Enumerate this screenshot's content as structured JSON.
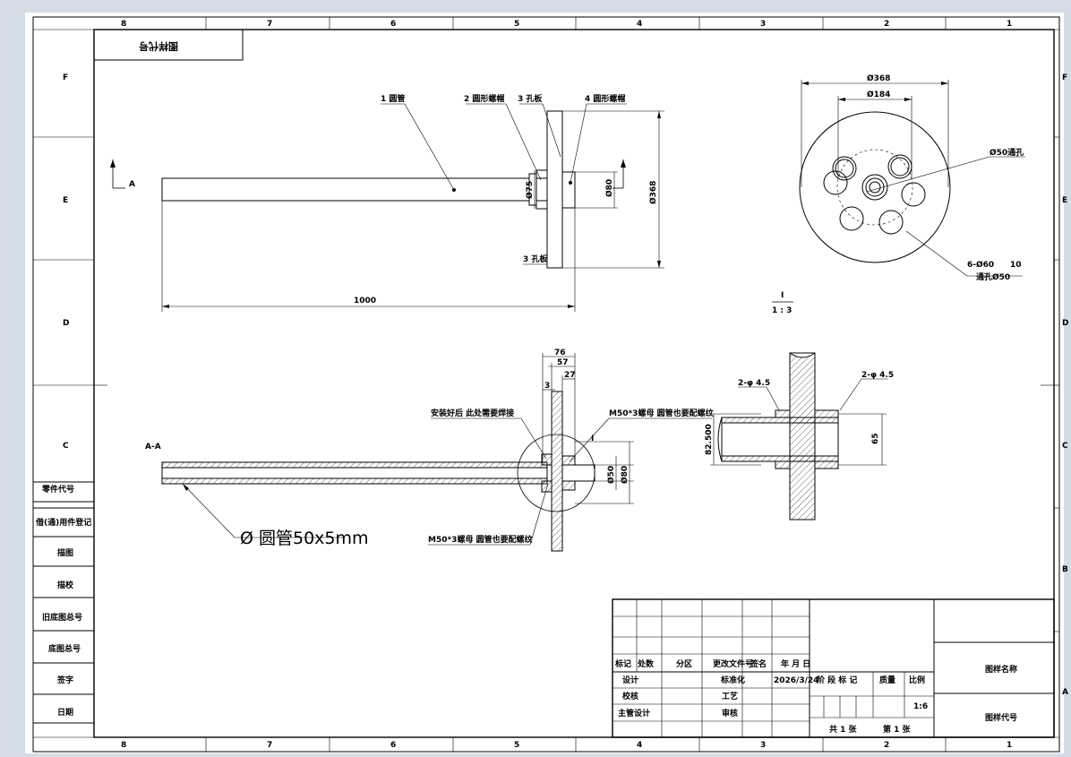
{
  "border": {
    "columns": [
      "8",
      "7",
      "6",
      "5",
      "4",
      "3",
      "2",
      "1"
    ],
    "rows": [
      "F",
      "E",
      "D",
      "C",
      "B",
      "A"
    ]
  },
  "drawing_code_mirrored": "图样代号",
  "front_view": {
    "callouts": [
      "1 圆管",
      "2 圆形螺帽",
      "3 孔板",
      "4 圆形螺帽",
      "3 孔板"
    ],
    "dims": {
      "pipe_dia": "Ø75",
      "nut_dia": "Ø80",
      "plate_dia": "Ø368",
      "length": "1000"
    },
    "section_marker": "A"
  },
  "side_view": {
    "dims": {
      "outer": "Ø368",
      "pcd": "Ø184",
      "center_hole": "Ø50通孔",
      "holes_line1": "6-Ø60",
      "holes_depth": "10",
      "holes_line2": "通孔Ø50"
    }
  },
  "scale_note": {
    "num": "I",
    "den": "1 : 3"
  },
  "section_view": {
    "title": "A-A",
    "note_top": "安装好后 此处需要焊接",
    "note_right": "M50*3螺母 圆管也要配螺纹",
    "note_bottom": "M50*3螺母 圆管也要配螺纹",
    "detail_ref": "I",
    "pipe_label": "Ø 圆管50x5mm",
    "dims": {
      "d76": "76",
      "d57": "57",
      "d27": "27",
      "d3": "3",
      "d50": "Ø50",
      "d80": "Ø80"
    }
  },
  "detail_view": {
    "dims": {
      "left_hole": "2-φ 4.5",
      "right_hole": "2-φ 4.5",
      "left_height": "82.500",
      "right_height": "65"
    }
  },
  "left_column": [
    "零件代号",
    "借(通)用件登记",
    "描图",
    "描校",
    "旧底图总号",
    "底图总号",
    "签字",
    "日期"
  ],
  "title_block": {
    "header": [
      "标记",
      "处数",
      "分区",
      "更改文件号",
      "签名",
      "年 月 日"
    ],
    "rows": [
      {
        "label": "设计",
        "mid": "标准化",
        "date": "2026/3/24"
      },
      {
        "label": "校核",
        "mid": "工艺"
      },
      {
        "label": "主管设计",
        "mid": "审核"
      }
    ],
    "stage_labels": [
      "阶 段 标 记",
      "质量",
      "比例"
    ],
    "scale": "1:6",
    "sheets_total": "共 1 张",
    "sheet_no": "第 1 张",
    "drawing_name": "图样名称",
    "drawing_code": "图样代号"
  }
}
